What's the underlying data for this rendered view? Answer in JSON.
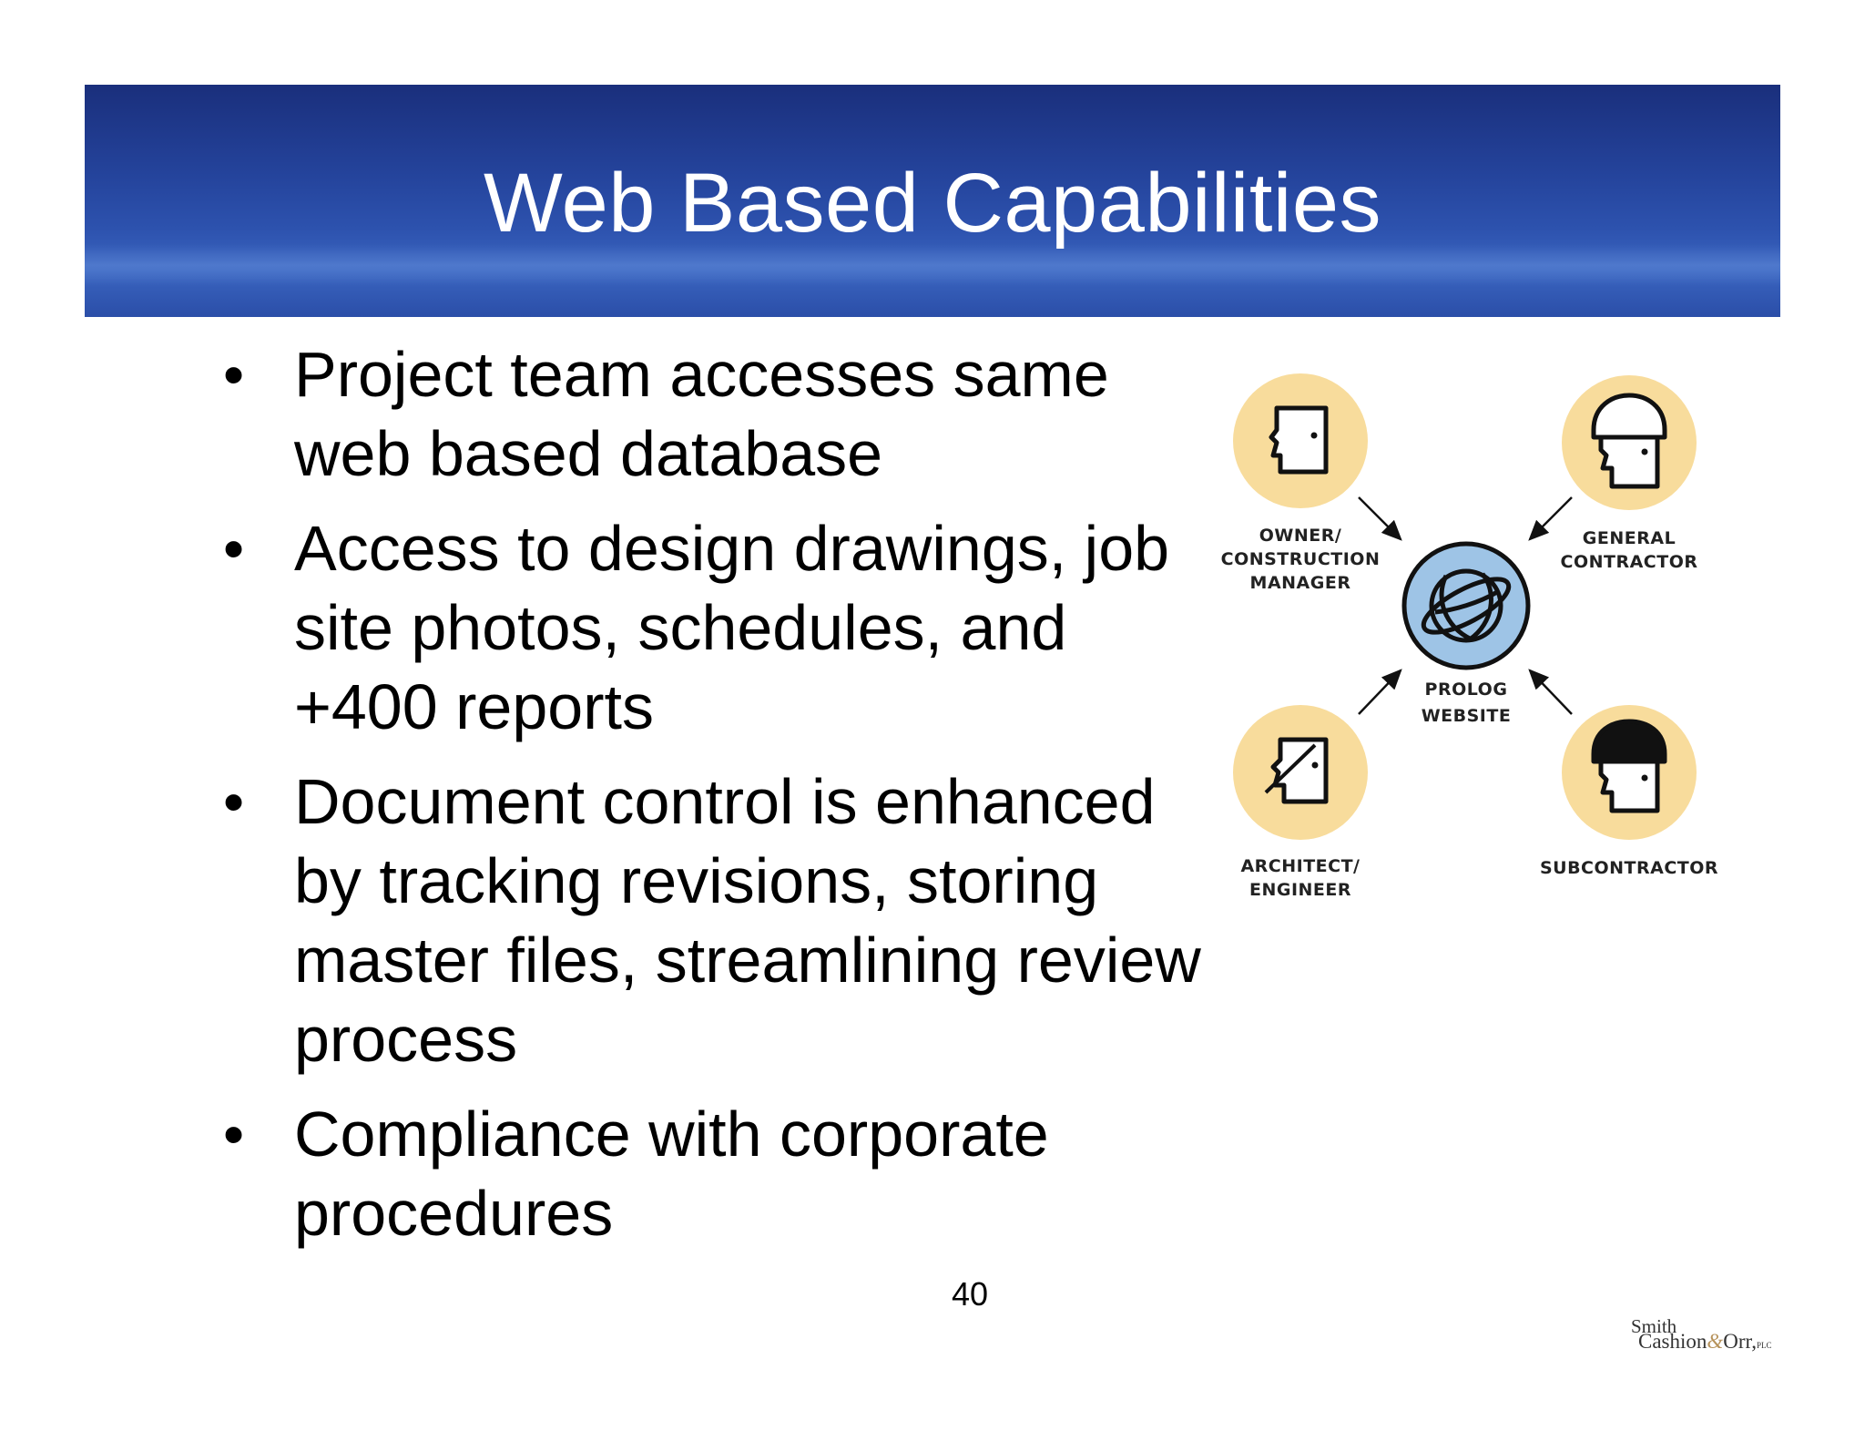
{
  "slide": {
    "title": "Web Based Capabilities",
    "page_number": "40",
    "bullets": [
      "Project team accesses same web based database",
      "Access to design drawings, job site photos, schedules, and +400 reports",
      "Document control is enhanced by tracking revisions, storing master files, streamlining review process",
      "Compliance with corporate procedures"
    ],
    "bullet_lines": [
      [
        "Project team accesses same",
        "web based database"
      ],
      [
        "Access to design drawings, job",
        "site photos, schedules, and",
        "+400 reports"
      ],
      [
        "Document control is enhanced",
        "by tracking revisions, storing",
        "master files, streamlining review",
        "process"
      ],
      [
        "Compliance with corporate",
        "procedures"
      ]
    ],
    "bullet_marker": "•"
  },
  "diagram": {
    "center": {
      "label_line1": "PROLOG",
      "label_line2": "WEBSITE",
      "icon": "globe-icon"
    },
    "owner": {
      "label_line1": "OWNER/",
      "label_line2": "CONSTRUCTION",
      "label_line3": "MANAGER",
      "icon": "owner-head-icon"
    },
    "general_contractor": {
      "label_line1": "GENERAL",
      "label_line2": "CONTRACTOR",
      "icon": "hardhat-head-icon"
    },
    "architect": {
      "label_line1": "ARCHITECT/",
      "label_line2": "ENGINEER",
      "icon": "architect-head-icon"
    },
    "subcontractor": {
      "label_line1": "SUBCONTRACTOR",
      "icon": "black-hardhat-head-icon"
    },
    "colors": {
      "circle": "#f8dc9c",
      "globe_fill": "#9ec4e6",
      "stroke": "#111111"
    }
  },
  "logo": {
    "line1": "Smith",
    "line2_a": "Cashion",
    "ampersand": "&",
    "line2_b": "Orr,",
    "suffix": "PLC"
  },
  "colors": {
    "title_bar": "#24439b",
    "title_text": "#ffffff"
  }
}
